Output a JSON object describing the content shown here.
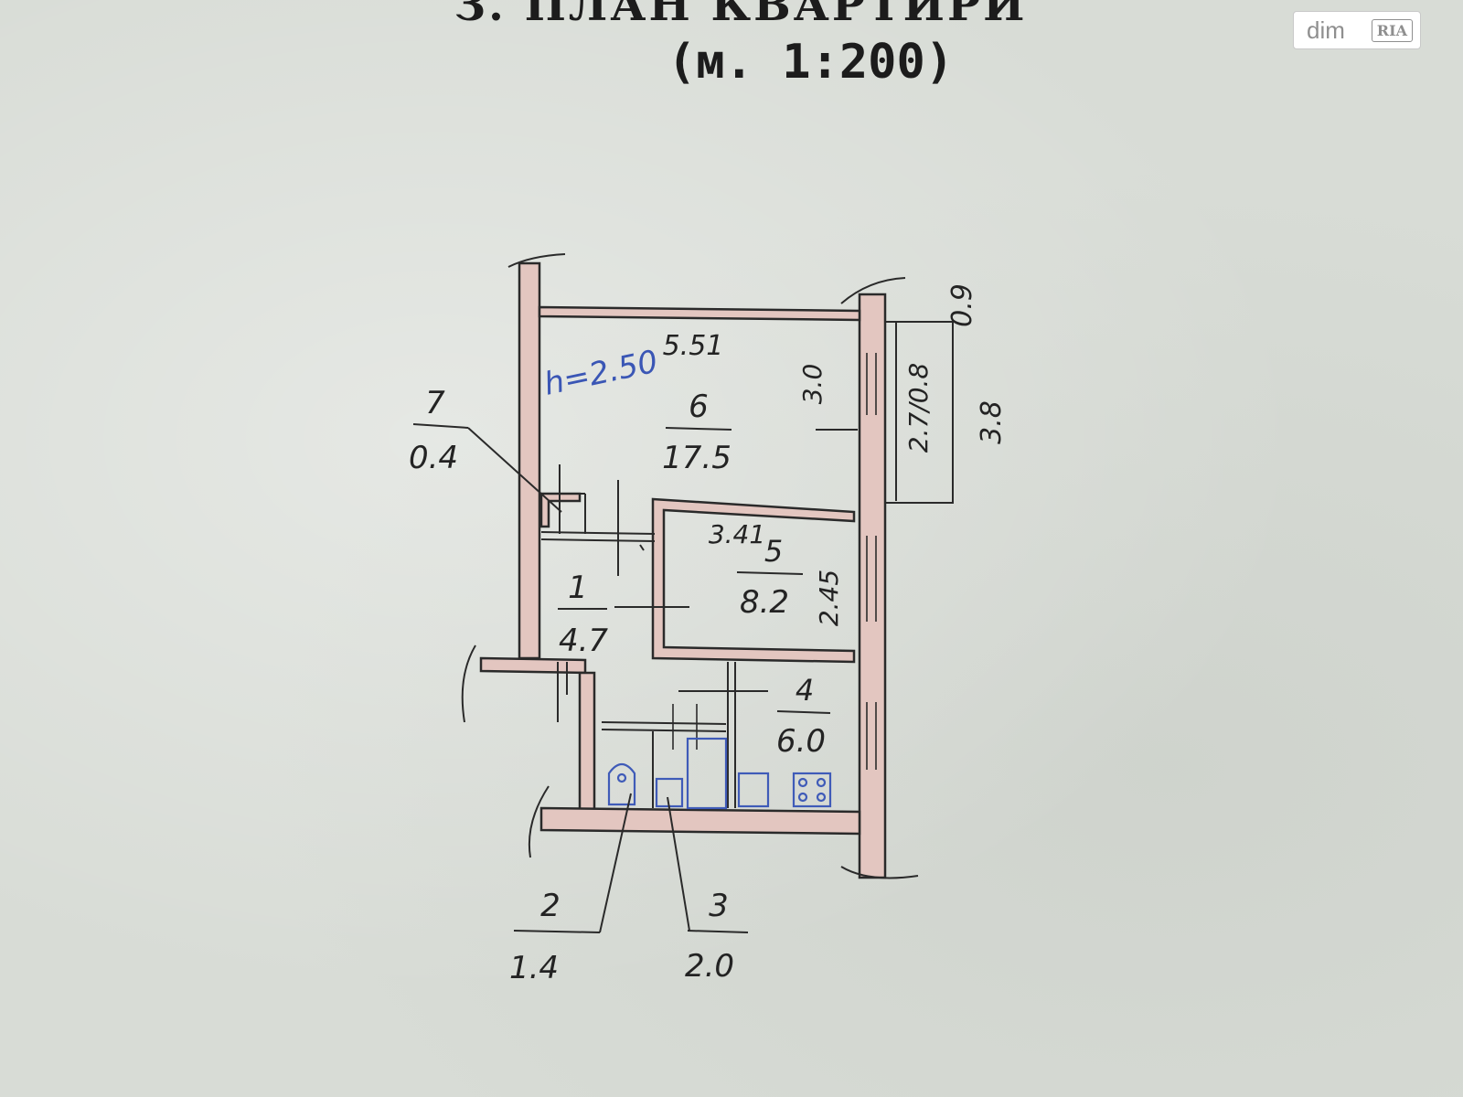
{
  "header": {
    "title": "З. ПЛАН КВАРТИРИ",
    "scale": "(м. 1:200)"
  },
  "watermark": {
    "brand": "dim",
    "badge": "RIA"
  },
  "plan": {
    "ceiling_height": "h=2.50",
    "rooms": [
      {
        "number": "1",
        "area": "4.7"
      },
      {
        "number": "2",
        "area": "1.4"
      },
      {
        "number": "3",
        "area": "2.0"
      },
      {
        "number": "4",
        "area": "6.0"
      },
      {
        "number": "5",
        "area": "8.2"
      },
      {
        "number": "6",
        "area": "17.5"
      },
      {
        "number": "7",
        "area": "0.4"
      }
    ],
    "dimensions": {
      "room6_width": "5.51",
      "room6_depth": "3.0",
      "room5_width": "3.41",
      "room5_depth": "2.45",
      "balcony_width": "0.9",
      "balcony_side": "2.7/0.8",
      "balcony_length": "3.8"
    },
    "colors": {
      "wall_fill": "#e3c6c0",
      "line": "#2a2a2a",
      "fixtures": "#3f5bb8"
    }
  }
}
